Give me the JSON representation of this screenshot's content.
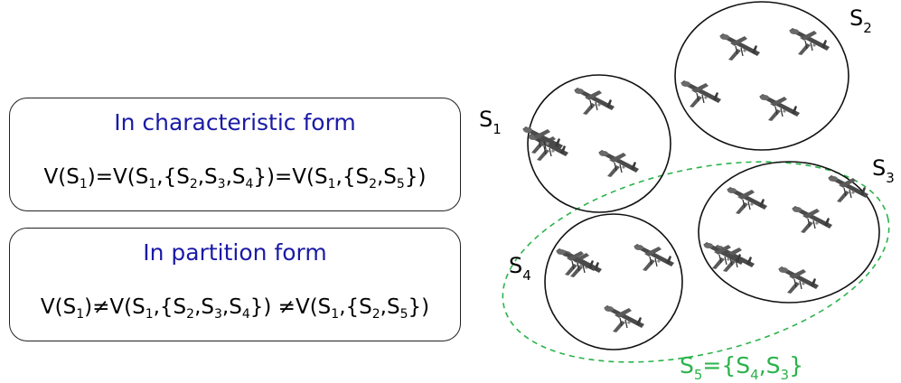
{
  "characteristic": {
    "title": "In characteristic  form",
    "formula": [
      {
        "t": "V(S"
      },
      {
        "s": "1"
      },
      {
        "t": ")=V(S"
      },
      {
        "s": "1"
      },
      {
        "t": ",{S"
      },
      {
        "s": "2"
      },
      {
        "t": ",S"
      },
      {
        "s": "3"
      },
      {
        "t": ",S"
      },
      {
        "s": "4"
      },
      {
        "t": "})=V(S"
      },
      {
        "s": "1"
      },
      {
        "t": ",{S"
      },
      {
        "s": "2"
      },
      {
        "t": ",S"
      },
      {
        "s": "5"
      },
      {
        "t": "})"
      }
    ]
  },
  "partition": {
    "title": "In partition form",
    "formula": [
      {
        "t": "V(S"
      },
      {
        "s": "1"
      },
      {
        "t": ")≠V(S"
      },
      {
        "s": "1"
      },
      {
        "t": ",{S"
      },
      {
        "s": "2"
      },
      {
        "t": ",S"
      },
      {
        "s": "3"
      },
      {
        "t": ",S"
      },
      {
        "s": "4"
      },
      {
        "t": "}) ≠V(S"
      },
      {
        "s": "1"
      },
      {
        "t": ",{S"
      },
      {
        "s": "2"
      },
      {
        "t": ",S"
      },
      {
        "s": "5"
      },
      {
        "t": "})"
      }
    ]
  },
  "coalitions": [
    {
      "id": "S1",
      "label": "S",
      "sub": "1",
      "drones": 4
    },
    {
      "id": "S2",
      "label": "S",
      "sub": "2",
      "drones": 4
    },
    {
      "id": "S3",
      "label": "S",
      "sub": "3",
      "drones": 6
    },
    {
      "id": "S4",
      "label": "S",
      "sub": "4",
      "drones": 4
    }
  ],
  "merged": {
    "label": "S",
    "sub": "5",
    "rest": "={S",
    "sub2": "4",
    "mid": ",S",
    "sub3": "3",
    "end": "}"
  },
  "colors": {
    "title": "#1a1aa6",
    "dashed": "#2ab34a",
    "drone": "#4a4a4a"
  }
}
